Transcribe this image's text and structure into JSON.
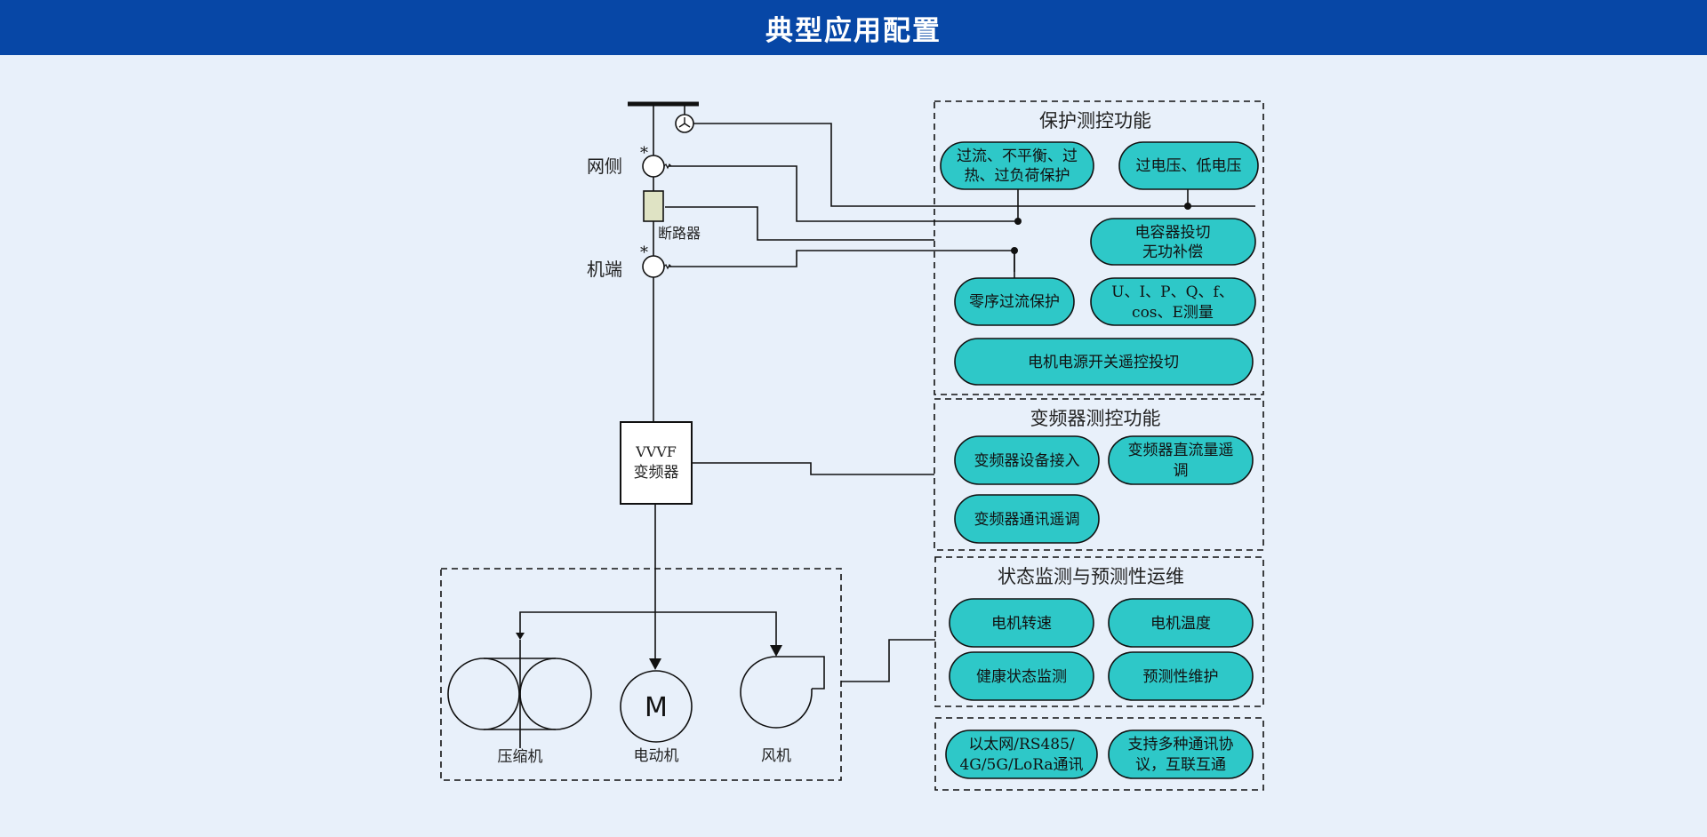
{
  "header": {
    "title": "典型应用配置"
  },
  "colors": {
    "header_bg": "#0747a6",
    "page_bg": "#e8f0fa",
    "pill_fill": "#2ec8c8",
    "line": "#111111"
  },
  "labels": {
    "grid_side": "网侧",
    "breaker": "断路器",
    "machine_end": "机端",
    "star_1": "*",
    "star_2": "*",
    "vvvf_line1": "VVVF",
    "vvvf_line2": "变频器",
    "motor_letter": "M",
    "compressor": "压缩机",
    "motor": "电动机",
    "fan": "风机"
  },
  "groups": {
    "protection": {
      "title": "保护测控功能",
      "items": [
        [
          "过流、不平衡、过",
          "热、过负荷保护"
        ],
        [
          "过电压、低电压"
        ],
        [
          "电容器投切",
          "无功补偿"
        ],
        [
          "零序过流保护"
        ],
        [
          "U、I、P、Q、f、",
          "cos、E测量"
        ],
        [
          "电机电源开关遥控投切"
        ]
      ]
    },
    "inverter": {
      "title": "变频器测控功能",
      "items": [
        [
          "变频器设备接入"
        ],
        [
          "变频器直流量遥",
          "调"
        ],
        [
          "变频器通讯遥调"
        ]
      ]
    },
    "condition": {
      "title": "状态监测与预测性运维",
      "items": [
        [
          "电机转速"
        ],
        [
          "电机温度"
        ],
        [
          "健康状态监测"
        ],
        [
          "预测性维护"
        ]
      ]
    },
    "comm": {
      "items": [
        [
          "以太网/RS485/",
          "4G/5G/LoRa通讯"
        ],
        [
          "支持多种通讯协",
          "议，互联互通"
        ]
      ]
    }
  }
}
